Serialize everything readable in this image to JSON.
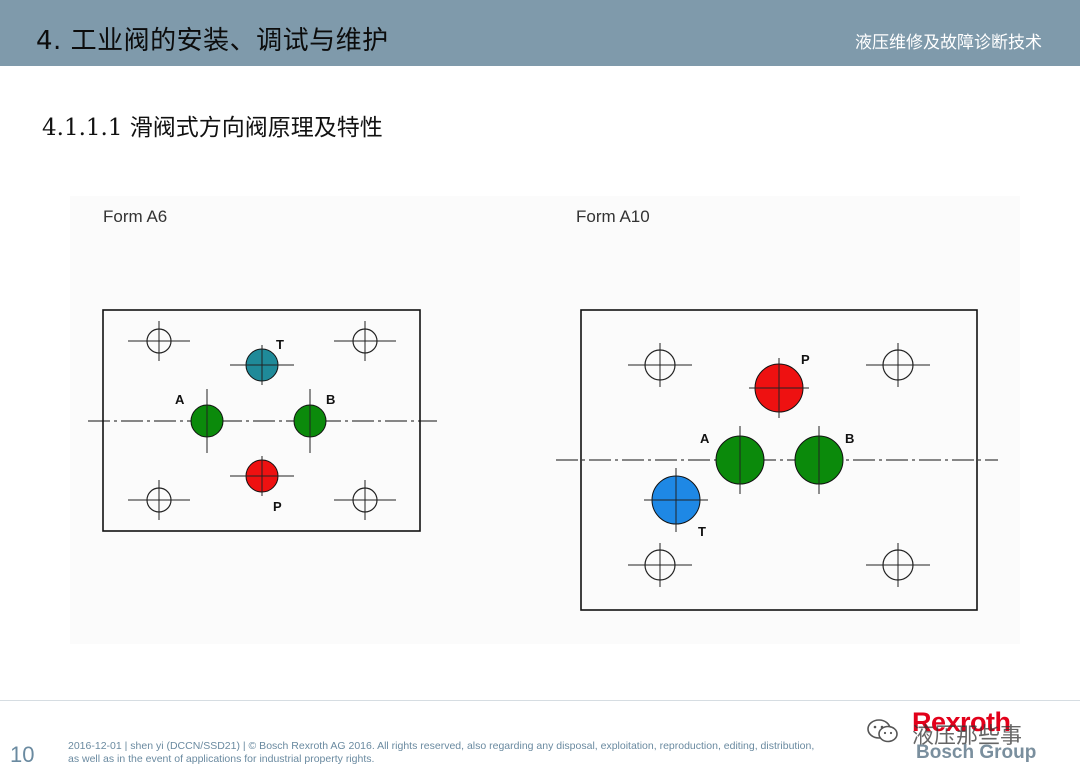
{
  "header": {
    "title": "4. 工业阀的安装、调试与维护",
    "right_label": "液压维修及故障诊断技术"
  },
  "subtitle": "4.1.1.1 滑阀式方向阀原理及特性",
  "figures": [
    {
      "label": "Form A6",
      "ports": [
        {
          "id": "T",
          "label": "T",
          "color": "#1f8a99"
        },
        {
          "id": "A",
          "label": "A",
          "color": "#0b8a0b"
        },
        {
          "id": "B",
          "label": "B",
          "color": "#0b8a0b"
        },
        {
          "id": "P",
          "label": "P",
          "color": "#ee1111"
        }
      ]
    },
    {
      "label": "Form A10",
      "ports": [
        {
          "id": "P",
          "label": "P",
          "color": "#ee1111"
        },
        {
          "id": "A",
          "label": "A",
          "color": "#0b8a0b"
        },
        {
          "id": "B",
          "label": "B",
          "color": "#0b8a0b"
        },
        {
          "id": "T",
          "label": "T",
          "color": "#1e88e5"
        }
      ]
    }
  ],
  "footer": {
    "page_number": "10",
    "line1": "2016-12-01 | shen yi (DCCN/SSD21) | © Bosch Rexroth AG 2016. All rights reserved, also regarding any disposal, exploitation, reproduction, editing, distribution,",
    "line2": "as well as in the event of applications for industrial property rights.",
    "watermark": "液压那些事",
    "brand_top": "Rexroth",
    "brand_bottom": "Bosch Group"
  }
}
